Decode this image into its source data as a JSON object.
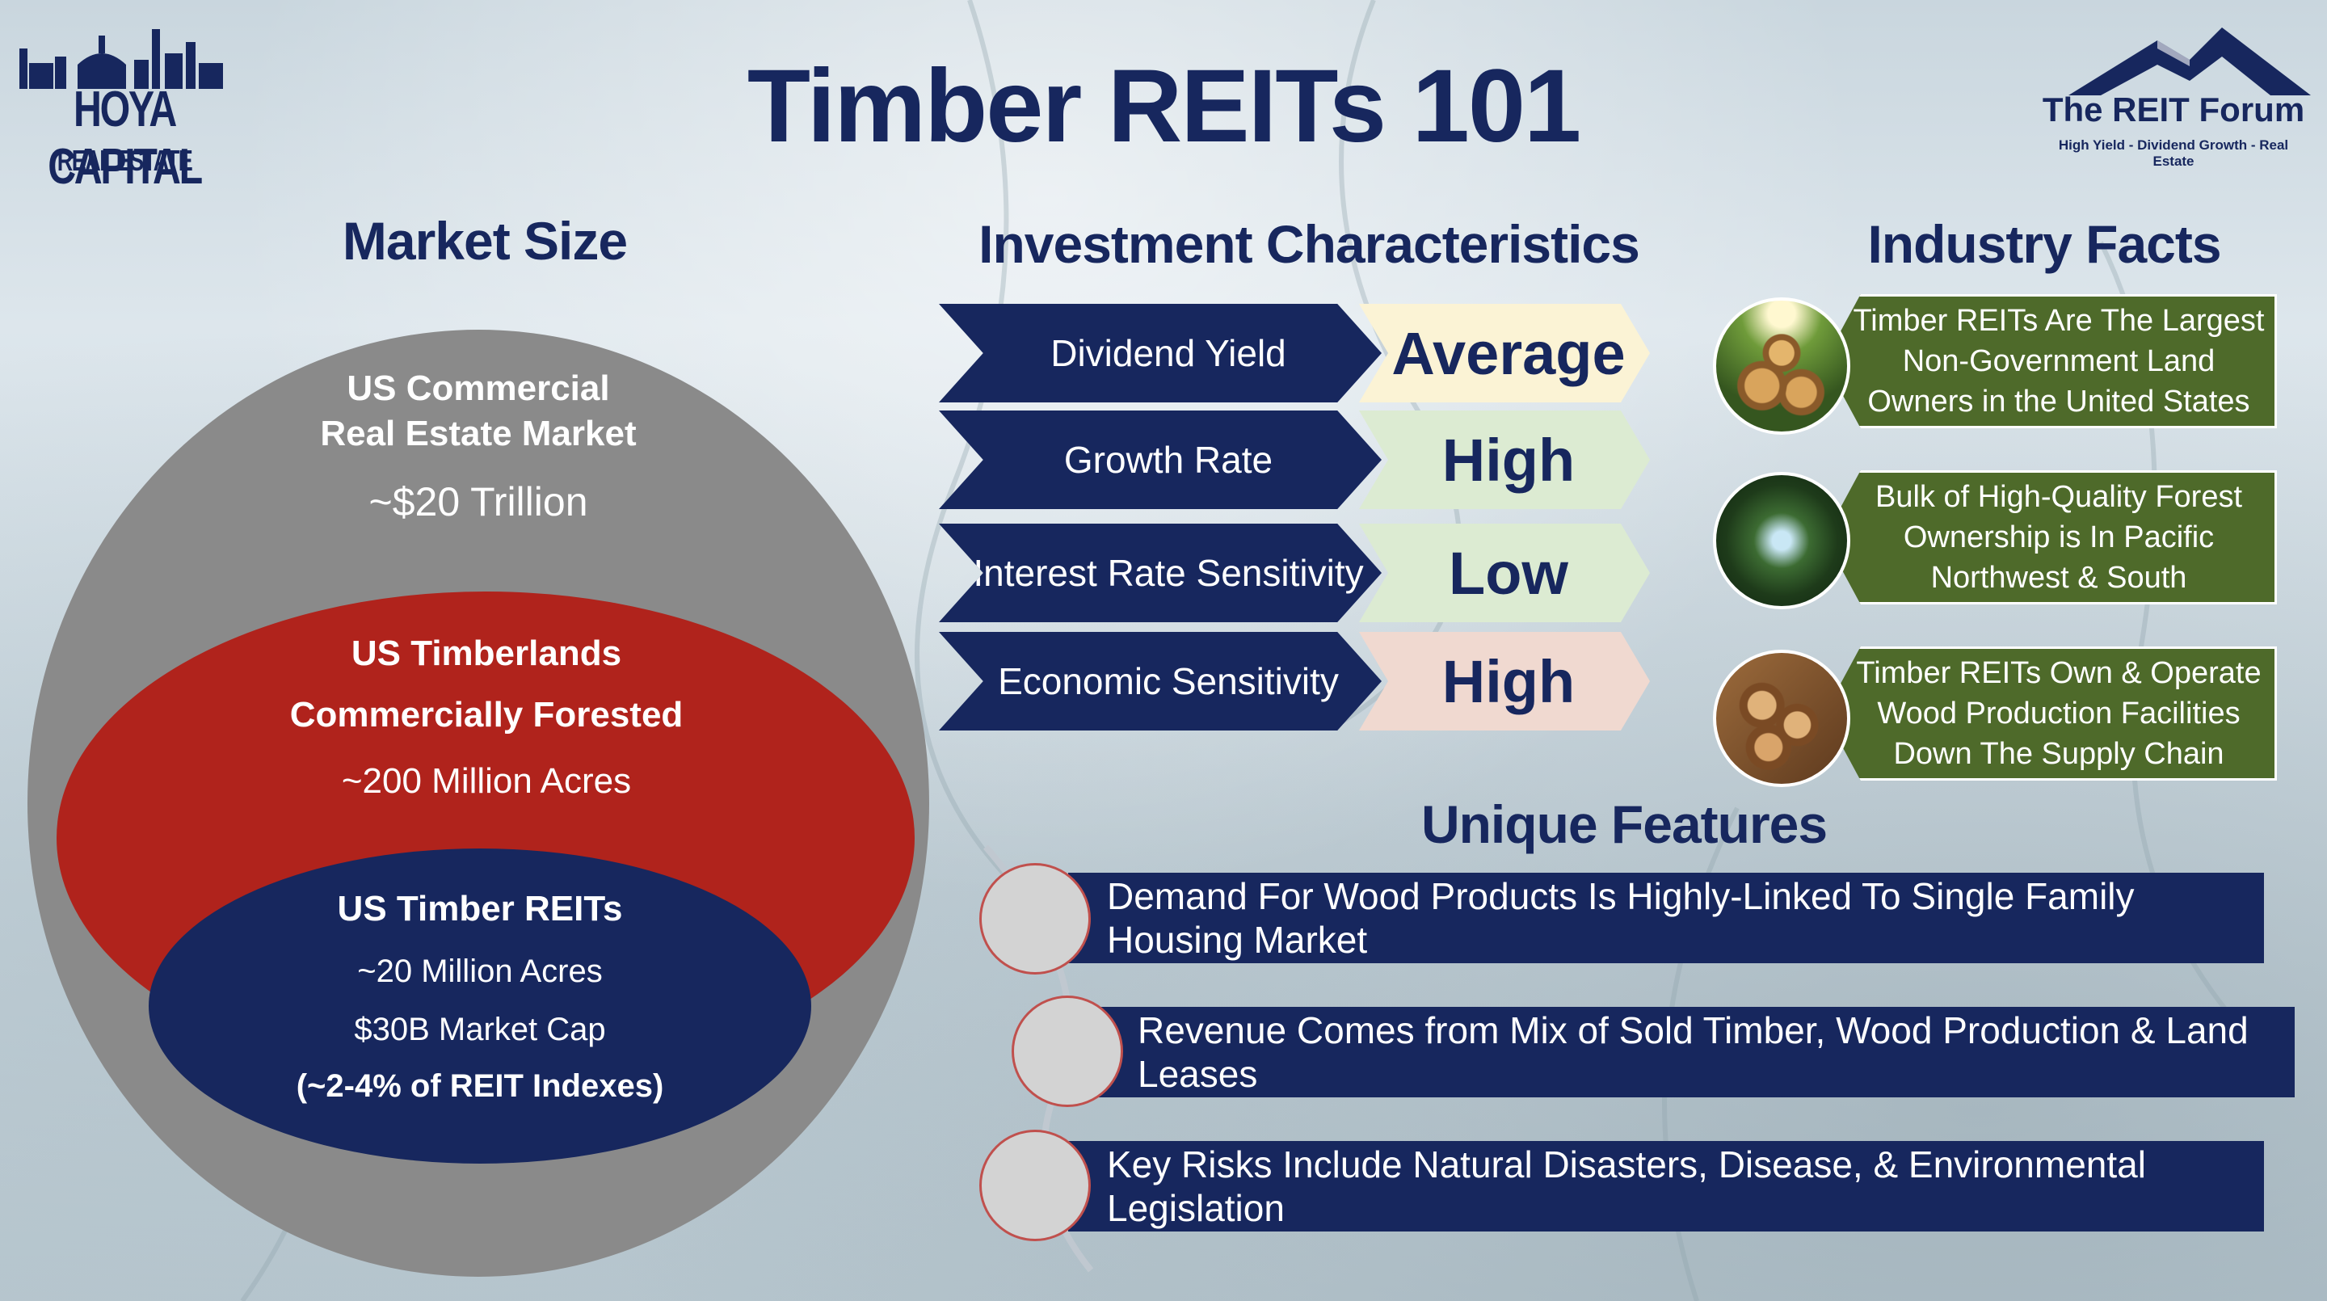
{
  "title": "Timber REITs 101",
  "logos": {
    "hoya_name": "HOYA CAPITAL",
    "hoya_sub": "REAL ESTATE",
    "reit_forum_name": "The REIT Forum",
    "reit_forum_tagline": "High Yield - Dividend Growth - Real Estate"
  },
  "market_size": {
    "heading": "Market Size",
    "outer": {
      "line1": "US Commercial",
      "line2": "Real Estate Market",
      "value": "~$20 Trillion"
    },
    "middle": {
      "line1": "US Timberlands",
      "line2": "Commercially Forested",
      "value": "~200 Million Acres"
    },
    "inner": {
      "line1": "US Timber REITs",
      "value1": "~20 Million Acres",
      "value2": "$30B Market Cap",
      "value3": "(~2-4% of REIT Indexes)"
    }
  },
  "investment": {
    "heading": "Investment Characteristics",
    "rows": [
      {
        "label": "Dividend Yield",
        "rating": "Average",
        "color": "#fbf3d5"
      },
      {
        "label": "Growth Rate",
        "rating": "High",
        "color": "#dcebd2"
      },
      {
        "label": "Interest Rate Sensitivity",
        "rating": "Low",
        "color": "#dcebd2"
      },
      {
        "label": "Economic Sensitivity",
        "rating": "High",
        "color": "#f0d9d0"
      }
    ]
  },
  "industry_facts": {
    "heading": "Industry Facts",
    "items": [
      {
        "text": "Timber REITs Are The Largest Non-Government Land Owners in the United States",
        "icon": "log-pile-icon"
      },
      {
        "text": "Bulk of High-Quality Forest Ownership is In Pacific Northwest & South",
        "icon": "forest-canopy-icon"
      },
      {
        "text": "Timber REITs Own & Operate Wood Production Facilities Down The Supply Chain",
        "icon": "cut-logs-icon"
      }
    ]
  },
  "unique_features": {
    "heading": "Unique Features",
    "items": [
      "Demand For Wood Products Is Highly-Linked To Single Family Housing Market",
      "Revenue Comes from Mix of Sold Timber, Wood Production & Land Leases",
      "Key Risks Include Natural Disasters, Disease, & Environmental Legislation"
    ]
  }
}
